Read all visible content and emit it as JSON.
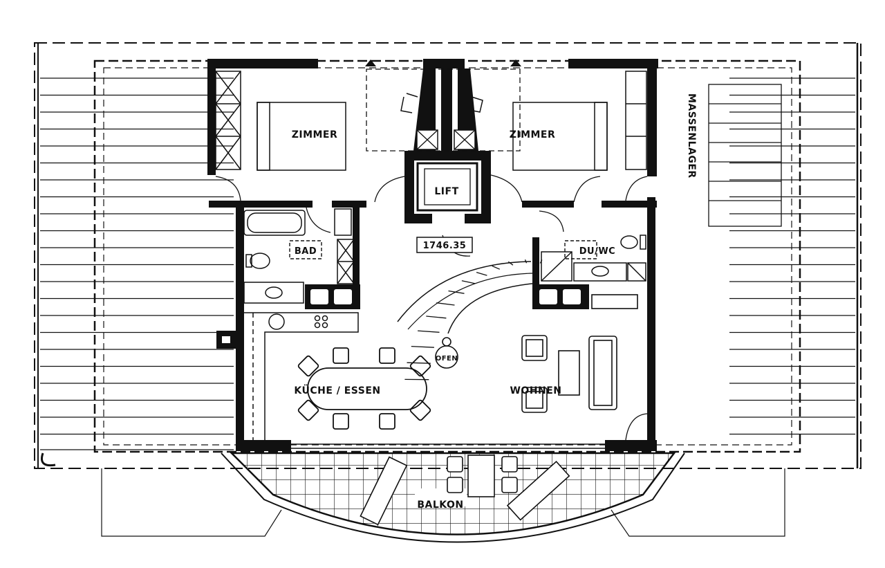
{
  "rooms": {
    "zimmer_left": "ZIMMER",
    "zimmer_right": "ZIMMER",
    "lift": "LIFT",
    "bad": "BAD",
    "du_wc": "DU/WC",
    "kueche_essen": "KÜCHE / ESSEN",
    "wohnen": "WOHNEN",
    "balkon": "BALKON",
    "ofen": "OFEN",
    "massenlager": "MASSENLAGER"
  },
  "elevation_mark": "1746.35",
  "colors": {
    "ink": "#111111",
    "paper": "#ffffff"
  }
}
